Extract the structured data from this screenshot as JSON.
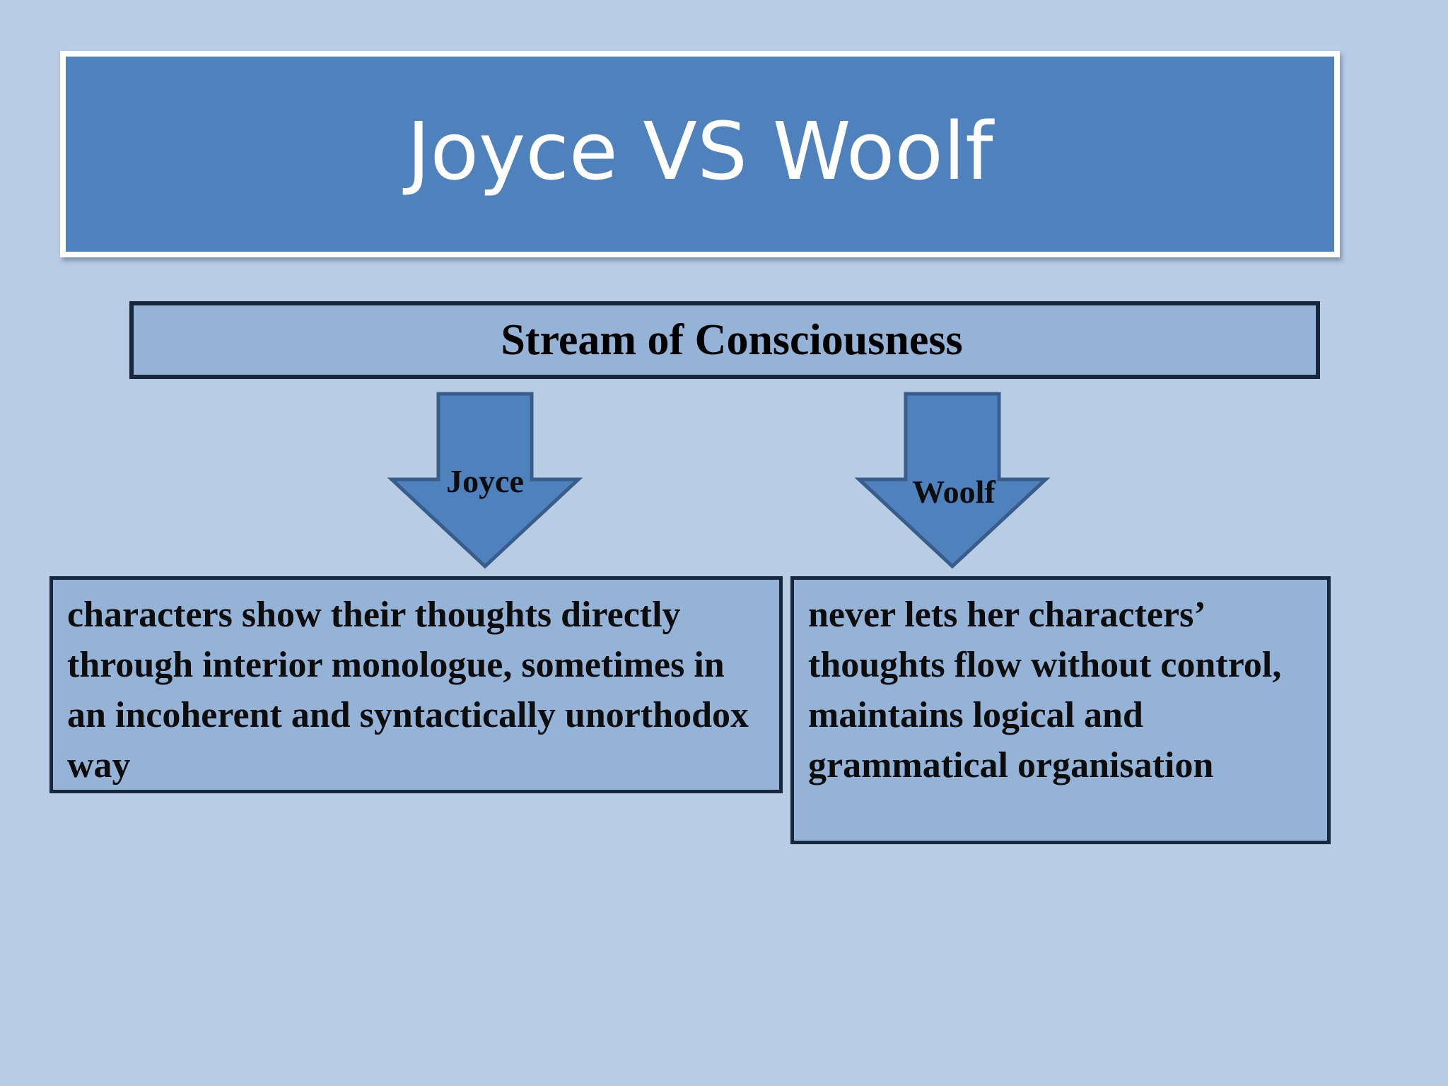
{
  "slide": {
    "title": "Joyce VS Woolf",
    "topic": "Stream of Consciousness",
    "branches": [
      {
        "label": "Joyce",
        "description": "characters show their thoughts directly through interior monologue, sometimes in an incoherent and syntactically unorthodox way"
      },
      {
        "label": "Woolf",
        "description": "never lets her characters’ thoughts flow without control, maintains logical and grammatical organisation"
      }
    ]
  },
  "colors": {
    "background": "#b8cce4",
    "title_fill": "#4f81bd",
    "box_fill": "#95b3d7",
    "border": "#17283e",
    "arrow_fill": "#4f81bd",
    "arrow_stroke": "#385d8a"
  }
}
